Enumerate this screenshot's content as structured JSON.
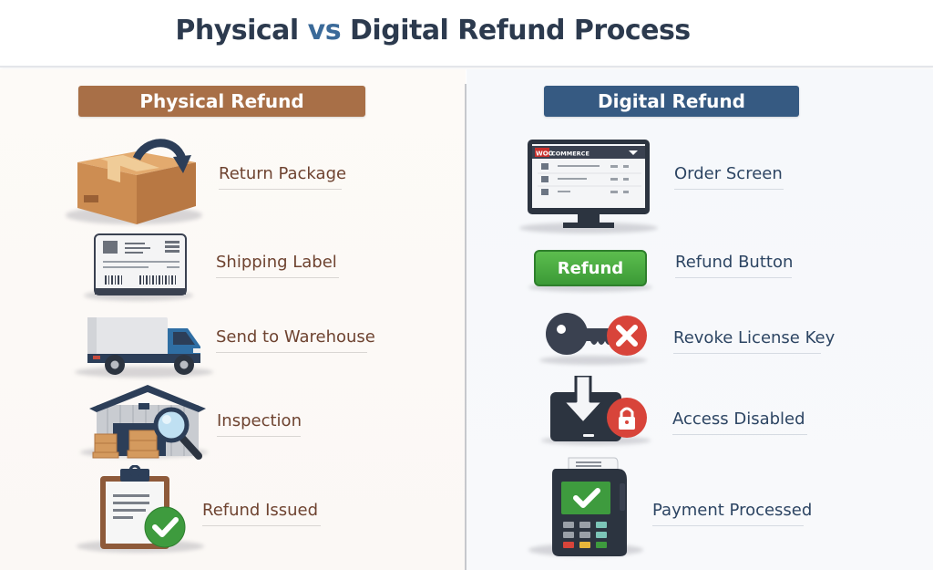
{
  "header": {
    "title_part1": "Physical",
    "title_vs": "vs",
    "title_part2": "Digital Refund Process"
  },
  "colors": {
    "physical_accent": "#a86f47",
    "digital_accent": "#365a82",
    "title_text": "#2c3a4e",
    "vs_text": "#3b6a99",
    "success_green": "#3e9b3e",
    "danger_red": "#d8443a"
  },
  "physical": {
    "heading": "Physical Refund",
    "steps": [
      {
        "icon": "package-return-icon",
        "label": "Return Package"
      },
      {
        "icon": "shipping-label-icon",
        "label": "Shipping Label"
      },
      {
        "icon": "delivery-truck-icon",
        "label": "Send to Warehouse"
      },
      {
        "icon": "warehouse-inspection-icon",
        "label": "Inspection"
      },
      {
        "icon": "clipboard-check-icon",
        "label": "Refund Issued"
      }
    ]
  },
  "digital": {
    "heading": "Digital Refund",
    "steps": [
      {
        "icon": "order-screen-monitor-icon",
        "label": "Order Screen"
      },
      {
        "icon": "refund-button-icon",
        "label": "Refund Button",
        "button_text": "Refund"
      },
      {
        "icon": "revoke-key-icon",
        "label": "Revoke License Key"
      },
      {
        "icon": "download-locked-icon",
        "label": "Access Disabled"
      },
      {
        "icon": "payment-terminal-icon",
        "label": "Payment Processed"
      }
    ],
    "monitor_brand_woo": "WOO",
    "monitor_brand_commerce": "COMMERCE"
  }
}
